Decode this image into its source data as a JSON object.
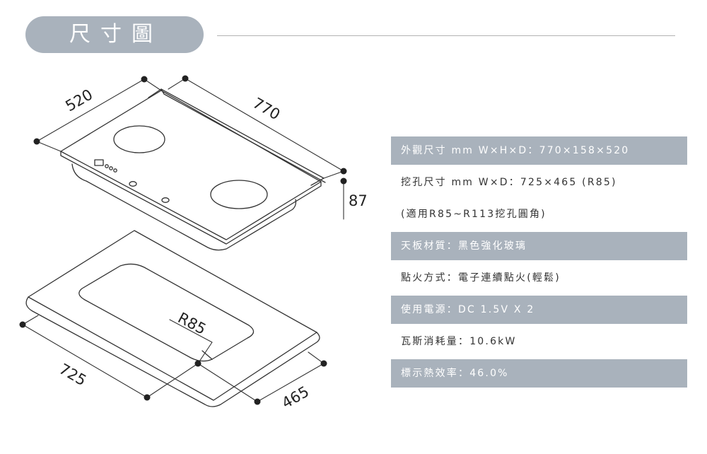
{
  "header": {
    "title": "尺寸圖"
  },
  "diagram": {
    "top_width": "520",
    "top_length": "770",
    "height": "87",
    "cutout_radius": "R85",
    "cutout_width": "725",
    "cutout_depth": "465"
  },
  "specs": [
    {
      "text": "外觀尺寸 mm W×H×D：770×158×520",
      "shaded": true
    },
    {
      "text": "挖孔尺寸 mm W×D：725×465 (R85)",
      "shaded": false
    },
    {
      "text": "(適用R85~R113挖孔圓角)",
      "shaded": false
    },
    {
      "text": "天板材質：黑色強化玻璃",
      "shaded": true
    },
    {
      "text": "點火方式：電子連續點火(輕鬆)",
      "shaded": false
    },
    {
      "text": "使用電源：DC 1.5V X 2",
      "shaded": true
    },
    {
      "text": "瓦斯消耗量：10.6kW",
      "shaded": false
    },
    {
      "text": "標示熱效率：46.0%",
      "shaded": true
    }
  ],
  "colors": {
    "accent": "#a9b2bc",
    "line": "#b3b3b3",
    "text": "#333333"
  }
}
